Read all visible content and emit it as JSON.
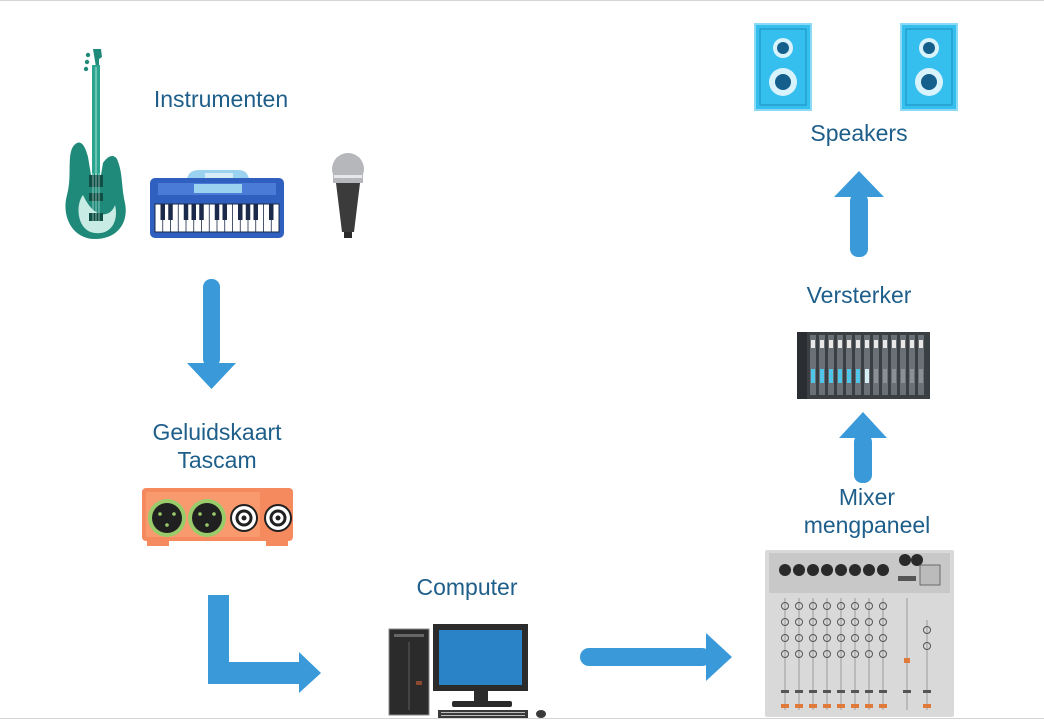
{
  "labels": {
    "instruments": "Instrumenten",
    "soundcard_line1": "Geluidskaart",
    "soundcard_line2": "Tascam",
    "computer": "Computer",
    "mixer_line1": "Mixer",
    "mixer_line2": "mengpaneel",
    "amplifier": "Versterker",
    "speakers": "Speakers"
  },
  "colors": {
    "label_text": "#1e5e8a",
    "arrow": "#3a9ad9",
    "speaker": "#35bfee",
    "soundcard": "#f58a5e",
    "guitar": "#1f8a7a",
    "keyboard": "#2f5fbf"
  },
  "icons": [
    "guitar-icon",
    "keyboard-icon",
    "microphone-icon",
    "soundcard-icon",
    "computer-icon",
    "mixer-icon",
    "amplifier-icon",
    "speaker-icon"
  ]
}
